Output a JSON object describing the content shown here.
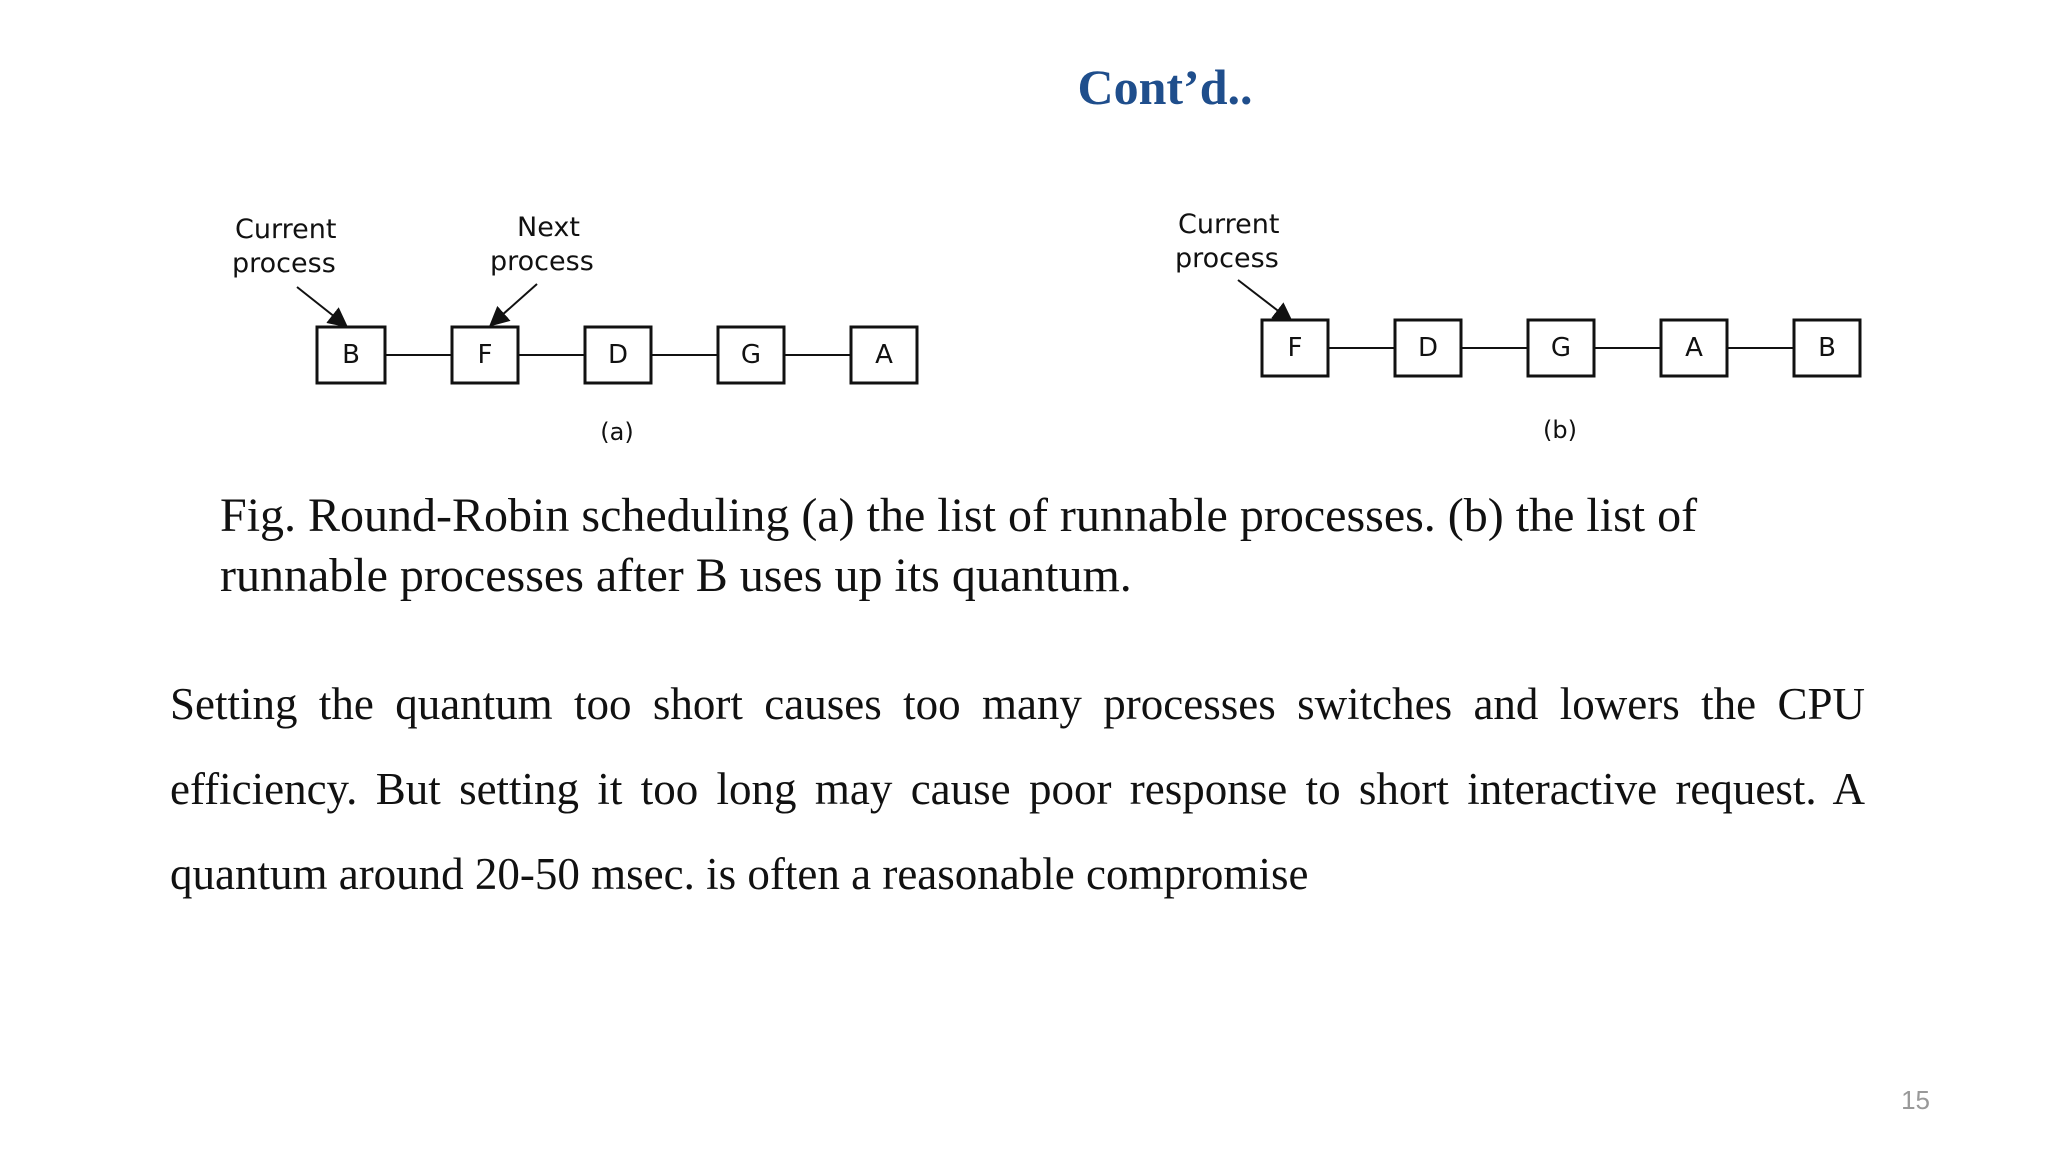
{
  "slide": {
    "title": "Cont’d..",
    "page_number": "15"
  },
  "diagram_a": {
    "current_label": [
      "Current",
      "process"
    ],
    "next_label": [
      "Next",
      "process"
    ],
    "nodes": [
      "B",
      "F",
      "D",
      "G",
      "A"
    ],
    "sub_label": "(a)"
  },
  "diagram_b": {
    "current_label": [
      "Current",
      "process"
    ],
    "nodes": [
      "F",
      "D",
      "G",
      "A",
      "B"
    ],
    "sub_label": "(b)"
  },
  "caption": {
    "line1": "Fig. Round-Robin scheduling (a) the list of runnable processes. (b) the list of",
    "line2": "runnable processes after B uses up its quantum."
  },
  "body": {
    "paragraph": "Setting the quantum too short causes too many processes switches and lowers the CPU efficiency. But setting it too long may cause poor response to short interactive request. A quantum around 20-50 msec. is often a reasonable compromise"
  }
}
